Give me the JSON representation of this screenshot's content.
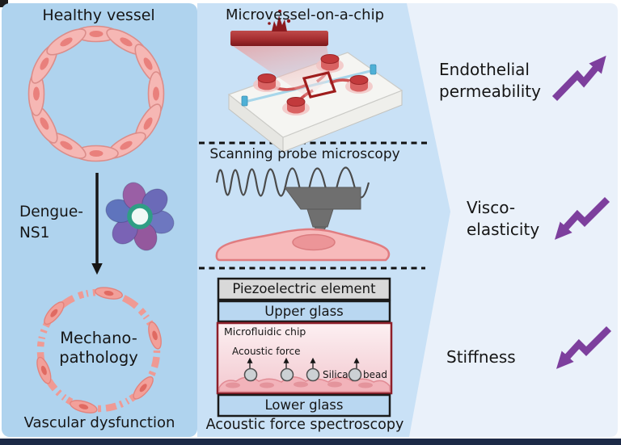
{
  "figure": {
    "type": "scientific-graphical-abstract",
    "topic": "Dengue-NS1 induced vascular mechanopathology measured by three biophysical methods"
  },
  "left_panel": {
    "title": "Healthy vessel",
    "dengue_line1": "Dengue-",
    "dengue_line2": "NS1",
    "mechano_line1": "Mechano-",
    "mechano_line2": "pathology",
    "caption": "Vascular dysfunction"
  },
  "middle_panel": {
    "microvessel_title": "Microvessel-on-a-chip",
    "spm_title": "Scanning probe microscopy",
    "afs_caption": "Acoustic force spectroscopy",
    "afs": {
      "piezo": "Piezoelectric element",
      "upper_glass": "Upper glass",
      "chip_label": "Microfluidic chip",
      "acoustic_force": "Acoustic force",
      "silica": "Silica",
      "bead": "bead",
      "lower_glass": "Lower glass"
    }
  },
  "right_panel": {
    "readouts": [
      {
        "line1": "Endothelial",
        "line2": "permeability",
        "trend": "up"
      },
      {
        "line1": "Visco-",
        "line2": "elasticity",
        "trend": "down"
      },
      {
        "line1": "Stiffness",
        "line2": "",
        "trend": "down"
      }
    ]
  },
  "colors": {
    "left_panel_bg": "#afd3ee",
    "middle_panel_bg": "#c9e1f6",
    "right_panel_bg": "#eaf1fa",
    "bottom_bar": "#1c2a47",
    "accent_purple": "#7d3f9d",
    "vessel_pink": "#f6b7b4",
    "dark_red": "#8e1f2a",
    "text": "#161616"
  }
}
